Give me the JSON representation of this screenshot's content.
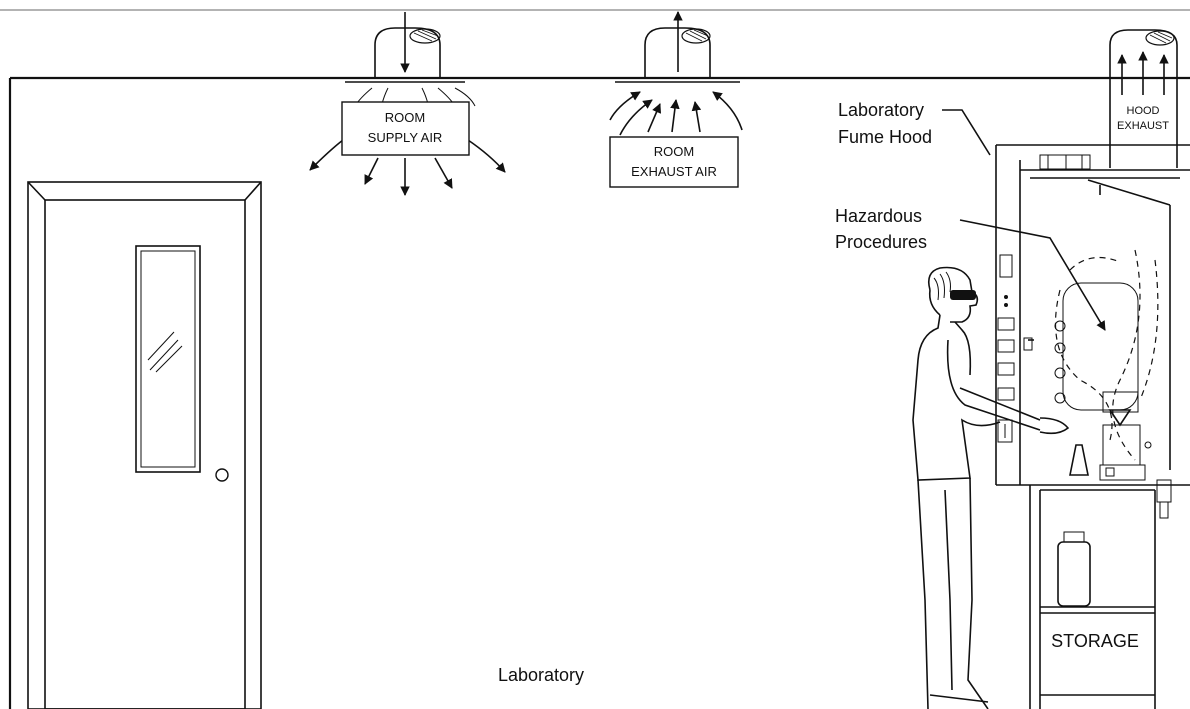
{
  "labels": {
    "room_supply_line1": "ROOM",
    "room_supply_line2": "SUPPLY AIR",
    "room_exhaust_line1": "ROOM",
    "room_exhaust_line2": "EXHAUST AIR",
    "hood_exhaust_line1": "HOOD",
    "hood_exhaust_line2": "EXHAUST",
    "fume_hood_line1": "Laboratory",
    "fume_hood_line2": "Fume Hood",
    "hazard_line1": "Hazardous",
    "hazard_line2": "Procedures",
    "storage": "STORAGE",
    "room": "Laboratory"
  },
  "colors": {
    "ink": "#111111",
    "background": "#ffffff",
    "top_rule": "#9a9a9a"
  }
}
